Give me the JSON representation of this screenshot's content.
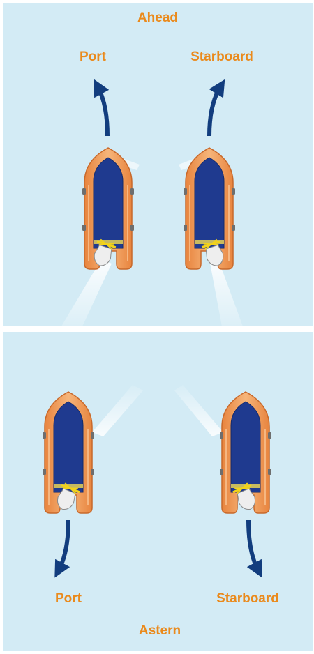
{
  "colors": {
    "background": "#d3ebf5",
    "label": "#ea8a1c",
    "arrow": "#123d7e",
    "tube": "#f0a060",
    "floor": "#1f3a8f",
    "wake": "#ffffff"
  },
  "top_panel": {
    "title": "Ahead",
    "left_label": "Port",
    "right_label": "Starboard"
  },
  "bottom_panel": {
    "title": "Astern",
    "left_label": "Port",
    "right_label": "Starboard"
  },
  "icons": [
    "curved-arrow-icon",
    "inflatable-boat-icon",
    "outboard-engine-icon",
    "propeller-wash"
  ]
}
